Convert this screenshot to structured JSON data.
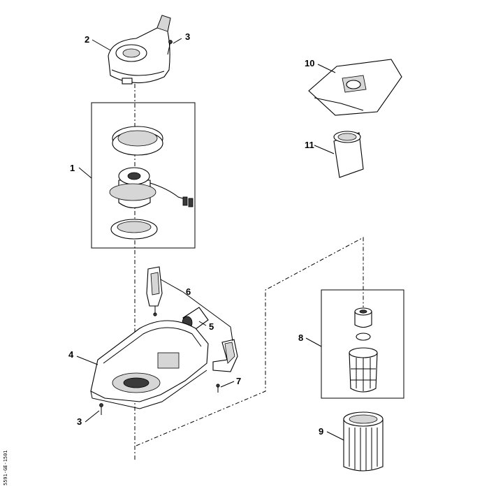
{
  "callouts": {
    "c1": "1",
    "c2": "2",
    "c3a": "3",
    "c3b": "3",
    "c4": "4",
    "c5": "5",
    "c6": "6",
    "c7": "7",
    "c8": "8",
    "c9": "9",
    "c10": "10",
    "c11": "11"
  },
  "side_code": "5591-GE-1501"
}
